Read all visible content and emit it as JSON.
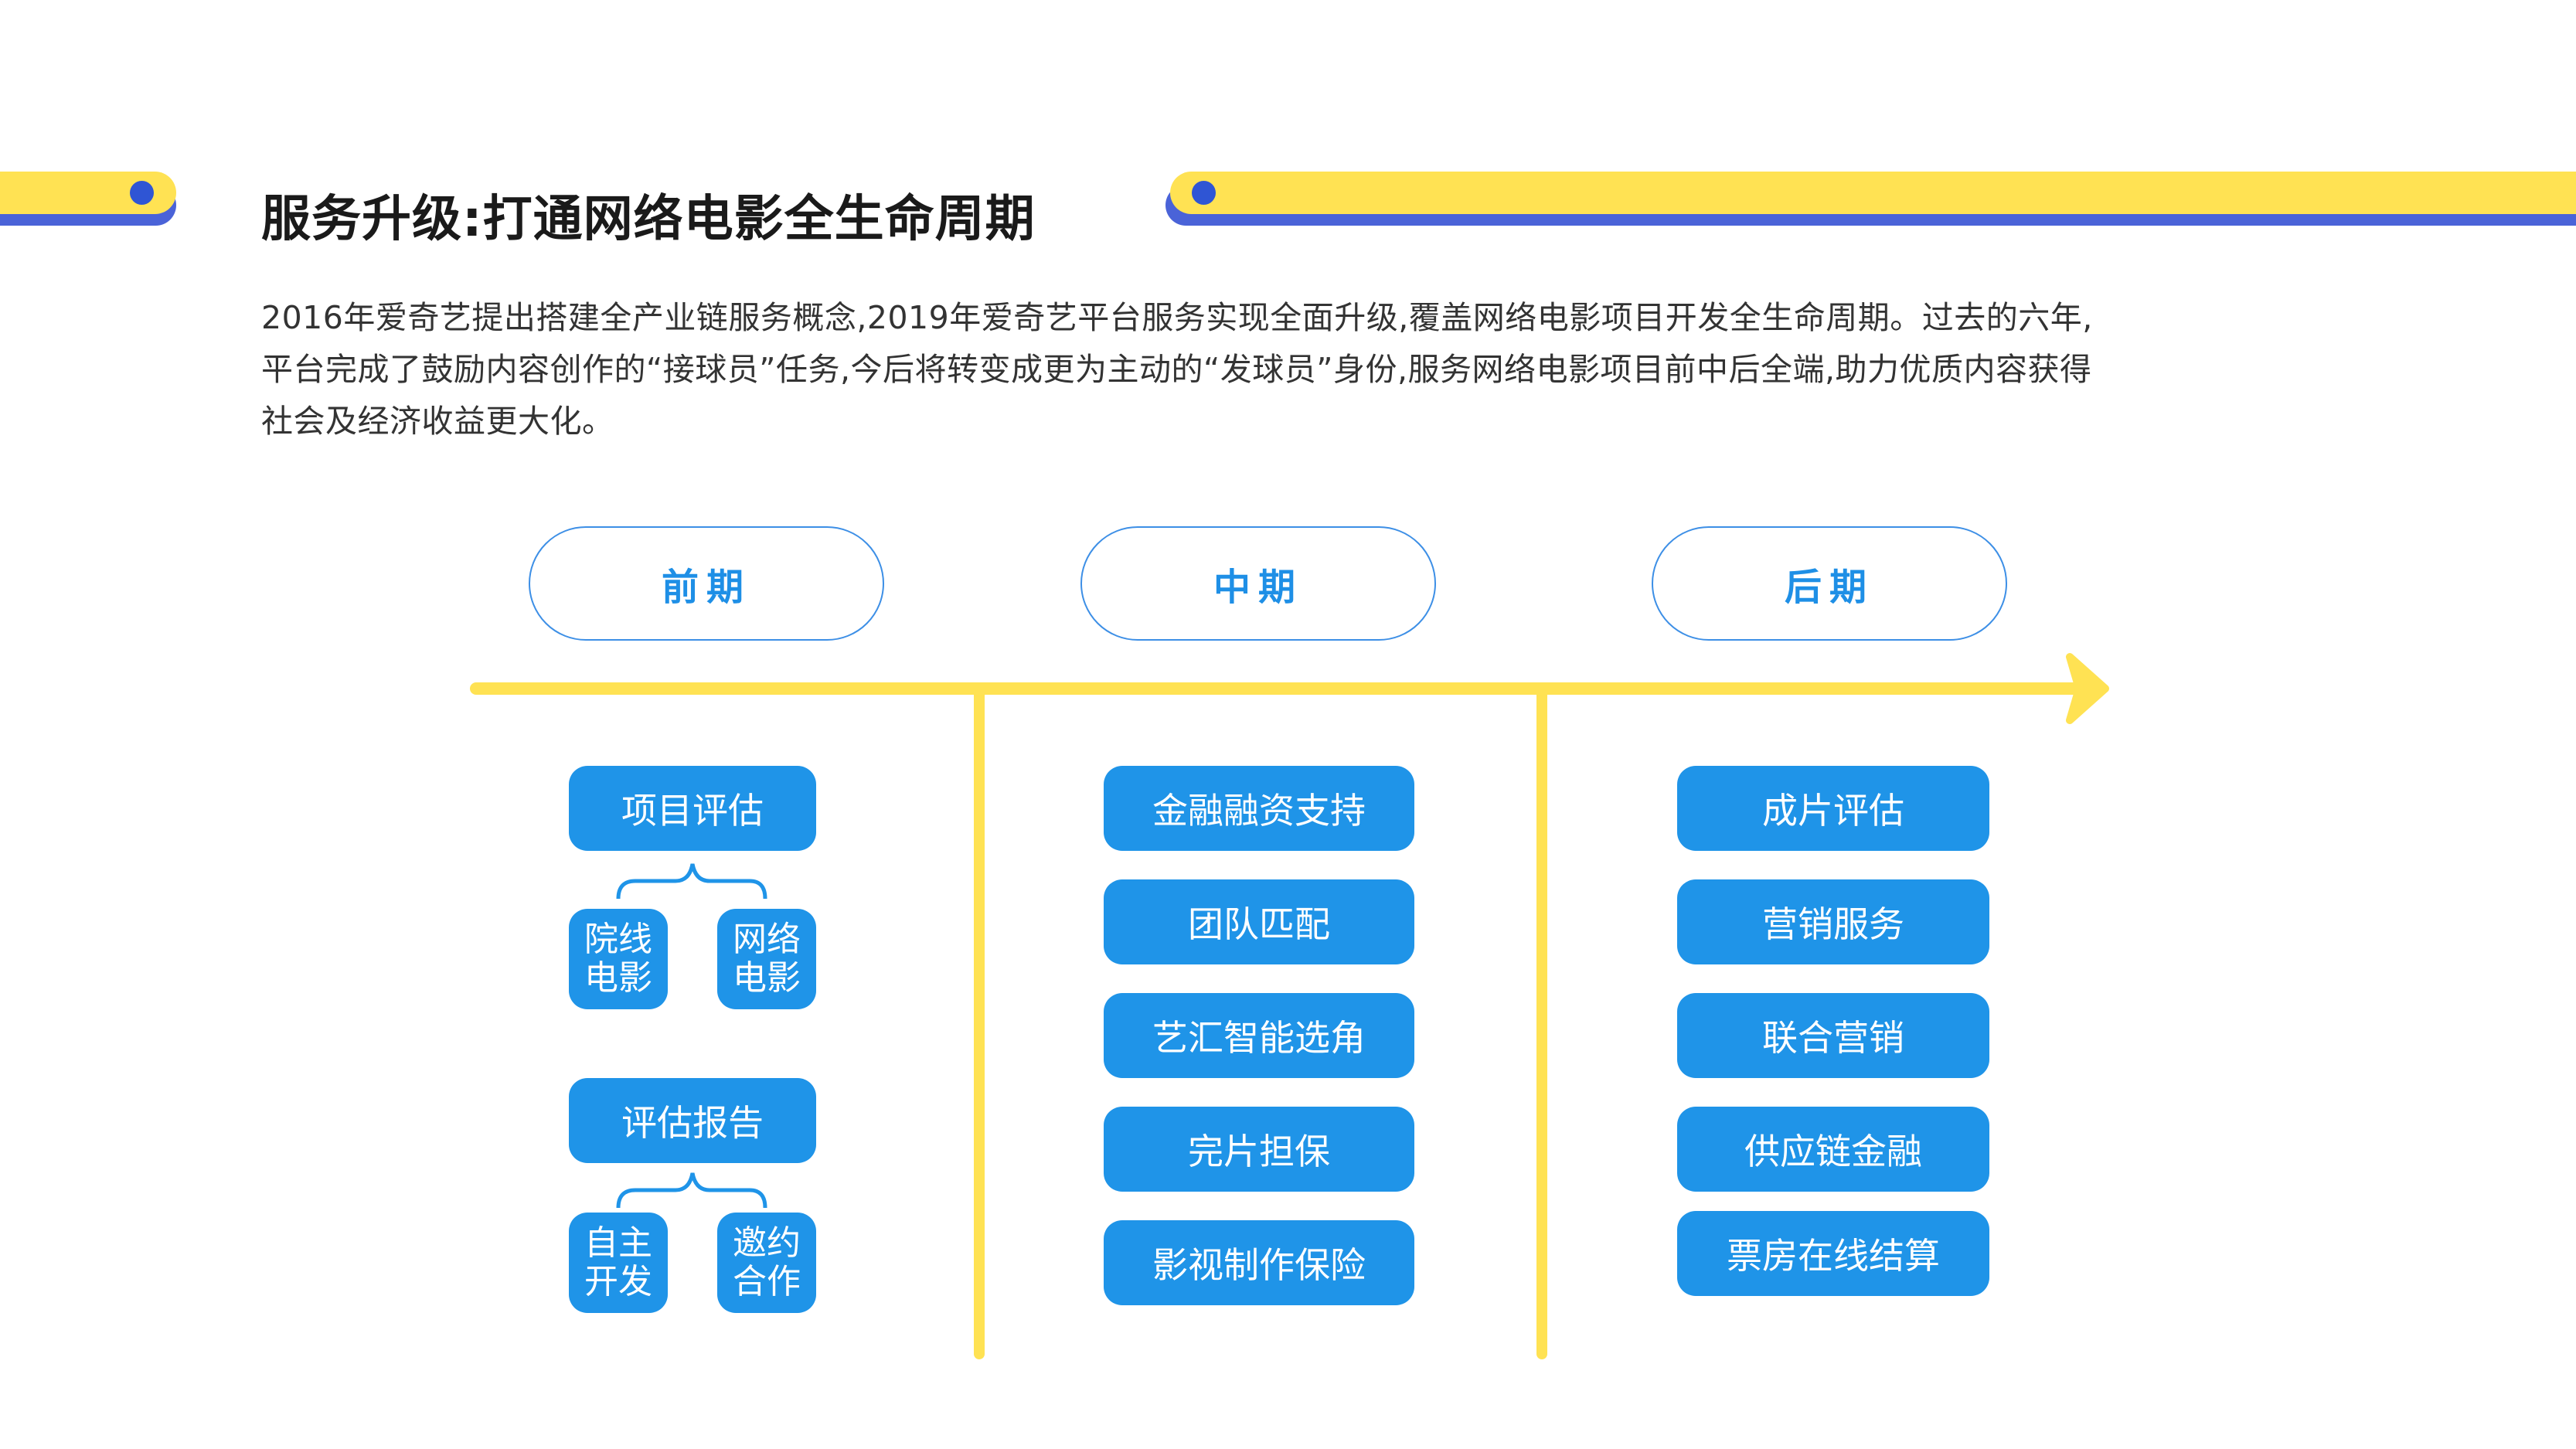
{
  "title": "服务升级:打通网络电影全生命周期",
  "intro": "2016年爱奇艺提出搭建全产业链服务概念,2019年爱奇艺平台服务实现全面升级,覆盖网络电影项目开发全生命周期。过去的六年,平台完成了鼓励内容创作的“接球员”任务,今后将转变成更为主动的“发球员”身份,服务网络电影项目前中后全端,助力优质内容获得社会及经济收益更大化。",
  "colors": {
    "accent_blue": "#1f94e8",
    "deco_yellow": "#ffe253",
    "deco_blue": "#4a63d8",
    "line_yellow": "#ffe253"
  },
  "phases": [
    {
      "label": "前期"
    },
    {
      "label": "中期"
    },
    {
      "label": "后期"
    }
  ],
  "early": {
    "group1": {
      "main": "项目评估",
      "subs": [
        "院线电影",
        "网络电影"
      ]
    },
    "group2": {
      "main": "评估报告",
      "subs": [
        "自主开发",
        "邀约合作"
      ]
    }
  },
  "middle": [
    "金融融资支持",
    "团队匹配",
    "艺汇智能选角",
    "完片担保",
    "影视制作保险"
  ],
  "late": [
    "成片评估",
    "营销服务",
    "联合营销",
    "供应链金融",
    "票房在线结算"
  ]
}
